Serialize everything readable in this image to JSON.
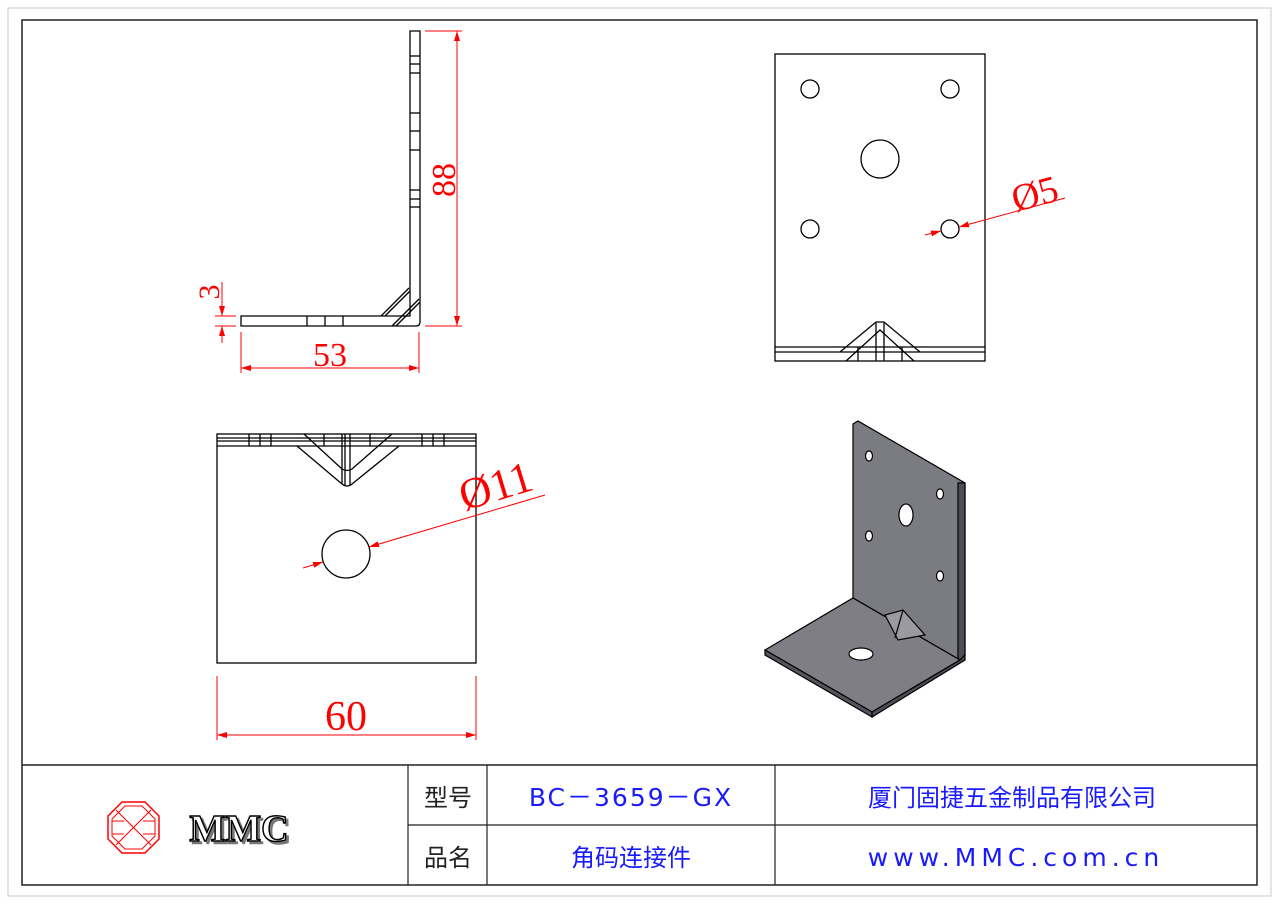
{
  "drawing": {
    "dimensions": {
      "height": "88",
      "width_side": "53",
      "thickness": "3",
      "small_hole": "Ø5",
      "large_hole": "Ø11",
      "width_front": "60"
    }
  },
  "title_block": {
    "logo_text": "MMC",
    "model_label": "型号",
    "model_value": "BC－3659－GX",
    "name_label": "品名",
    "name_value": "角码连接件",
    "company": "厦门固捷五金制品有限公司",
    "website": "www.MMC.com.cn"
  },
  "colors": {
    "dimension": "#ff0000",
    "value_text": "#1a1aff",
    "part_shade": "#7a7a80"
  }
}
